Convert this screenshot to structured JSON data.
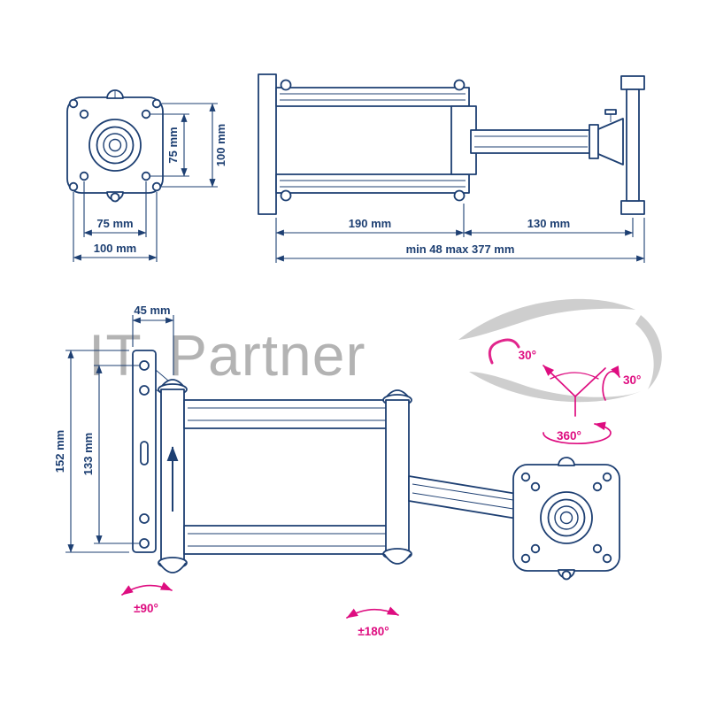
{
  "colors": {
    "line": "#1d3f72",
    "dimension": "#1d3f72",
    "accent": "#de0d80",
    "watermark": "#a6a6a6"
  },
  "watermark": {
    "brand_first": "IT",
    "brand_second": "Partner"
  },
  "front_view": {
    "dim_vertical_inner": "75 mm",
    "dim_vertical_outer": "100 mm",
    "dim_horizontal_inner": "75 mm",
    "dim_horizontal_outer": "100 mm"
  },
  "top_view": {
    "dim_arm1": "190 mm",
    "dim_arm2": "130 mm",
    "dim_range": "min 48 max 377 mm"
  },
  "side_view": {
    "dim_offset": "45 mm",
    "dim_plate_height": "152 mm",
    "dim_hole_spacing": "133 mm",
    "angle_tilt_left": "30°",
    "angle_tilt_right": "30°",
    "angle_rotate": "360°",
    "angle_swivel_wall": "±90°",
    "angle_swivel_elbow": "±180°"
  }
}
